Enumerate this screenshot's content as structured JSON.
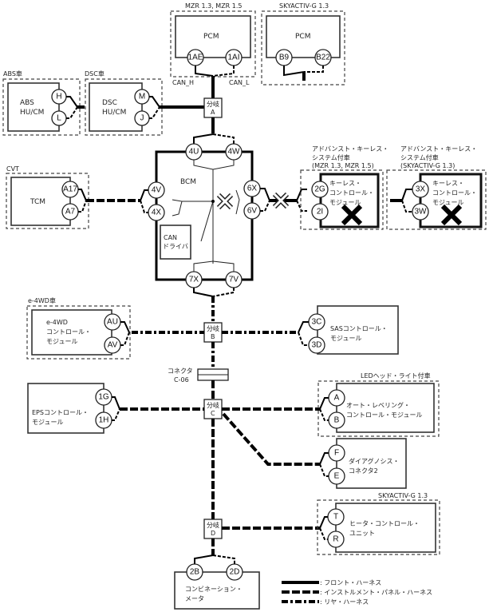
{
  "pcm_mzr": {
    "variant": "MZR 1.3, MZR 1.5",
    "name": "PCM",
    "pins": [
      "1AE",
      "1AI"
    ],
    "can_h": "CAN_H",
    "can_l": "CAN_L"
  },
  "pcm_sky": {
    "variant": "SKYACTIV-G 1.3",
    "name": "PCM",
    "pins": [
      "B9",
      "B22"
    ]
  },
  "abs": {
    "variant": "ABS車",
    "name_line1": "ABS",
    "name_line2": "HU/CM",
    "pins": [
      "H",
      "L"
    ]
  },
  "dsc": {
    "variant": "DSC車",
    "name_line1": "DSC",
    "name_line2": "HU/CM",
    "pins": [
      "M",
      "J"
    ]
  },
  "branches": {
    "label": "分岐",
    "a": "A",
    "b": "B",
    "c": "C",
    "d": "D"
  },
  "bcm": {
    "name": "BCM",
    "pins": [
      "4U",
      "4W",
      "4V",
      "4X",
      "6X",
      "6V",
      "7X",
      "7V"
    ],
    "can_driver_line1": "CAN",
    "can_driver_line2": "ドライバ"
  },
  "tcm": {
    "variant": "CVT",
    "name": "TCM",
    "pins": [
      "A17",
      "A7"
    ]
  },
  "keyless_mzr": {
    "variant_line1": "アドバンスト・キーレス・",
    "variant_line2": "システム付車",
    "variant_line3": "(MZR 1.3, MZR 1.5)",
    "name_line1": "キーレス・",
    "name_line2": "コントロール・",
    "name_line3": "モジュール",
    "pins": [
      "2G",
      "2I"
    ]
  },
  "keyless_sky": {
    "variant_line1": "アドバンスト・キーレス・",
    "variant_line2": "システム付車",
    "variant_line3": "(SKYACTIV-G 1.3)",
    "name_line1": "キーレス・",
    "name_line2": "コントロール・",
    "name_line3": "モジュール",
    "pins": [
      "3X",
      "3W"
    ]
  },
  "e4wd": {
    "variant": "e-4WD車",
    "name_line1": "e-4WD",
    "name_line2": "コントロール・",
    "name_line3": "モジュール",
    "pins": [
      "AU",
      "AV"
    ]
  },
  "sas": {
    "name_line1": "SASコントロール・",
    "name_line2": "モジュール",
    "pins": [
      "3C",
      "3D"
    ]
  },
  "connector": {
    "line1": "コネクタ",
    "line2": "C-06"
  },
  "eps": {
    "name_line1": "EPSコントロール・",
    "name_line2": "モジュール",
    "pins": [
      "1G",
      "1H"
    ]
  },
  "leveling": {
    "variant": "LEDヘッド・ライト付車",
    "name_line1": "オート・レベリング・",
    "name_line2": "コントロール・モジュール",
    "pins": [
      "A",
      "B"
    ]
  },
  "dlc": {
    "name_line1": "ダイアグノシス・",
    "name_line2": "コネクタ2",
    "pins": [
      "F",
      "E"
    ]
  },
  "heater": {
    "variant": "SKYACTIV-G 1.3",
    "name_line1": "ヒータ・コントロール・",
    "name_line2": "ユニット",
    "pins": [
      "T",
      "R"
    ]
  },
  "meter": {
    "name_line1": "コンビネーション・",
    "name_line2": "メータ",
    "pins": [
      "2B",
      "2D"
    ]
  },
  "legend": {
    "front": ": フロント・ハーネス",
    "instrument": ": インストルメント・パネル・ハーネス",
    "rear": ": リヤ・ハーネス"
  }
}
